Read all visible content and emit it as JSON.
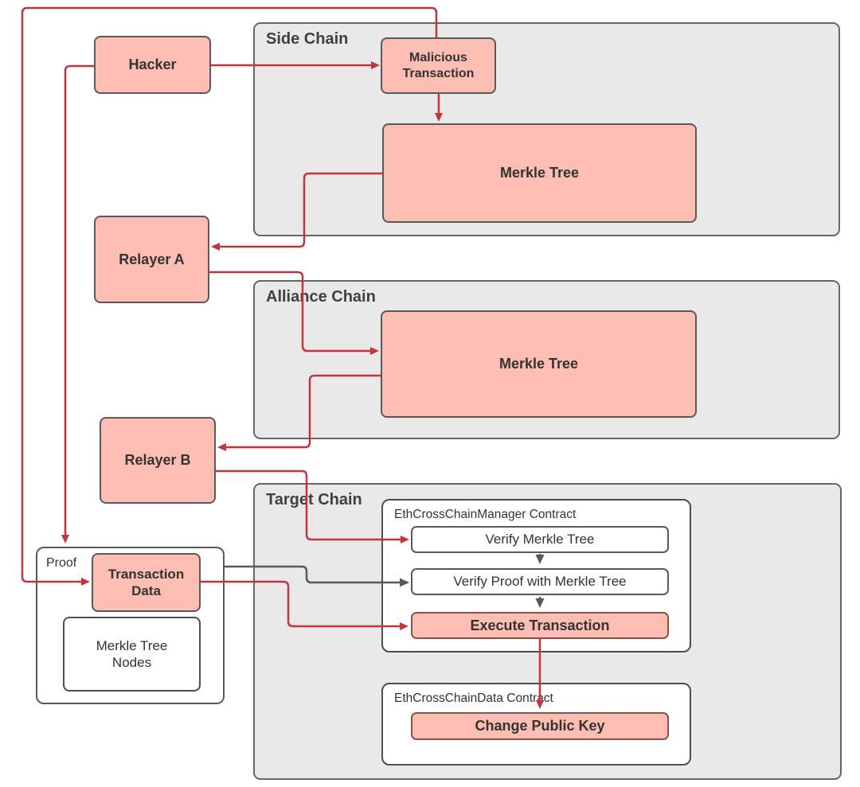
{
  "diagram": {
    "containers": {
      "side_chain": {
        "label": "Side Chain"
      },
      "alliance_chain": {
        "label": "Alliance Chain"
      },
      "target_chain": {
        "label": "Target Chain"
      },
      "proof": {
        "label": "Proof"
      },
      "manager_contract": {
        "label": "EthCrossChainManager Contract"
      },
      "data_contract": {
        "label": "EthCrossChainData Contract"
      }
    },
    "nodes": {
      "hacker": {
        "label": "Hacker"
      },
      "malicious_transaction": {
        "label": "Malicious Transaction"
      },
      "side_merkle_tree": {
        "label": "Merkle Tree"
      },
      "relayer_a": {
        "label": "Relayer A"
      },
      "alliance_merkle_tree": {
        "label": "Merkle Tree"
      },
      "relayer_b": {
        "label": "Relayer B"
      },
      "verify_merkle_tree": {
        "label": "Verify Merkle Tree"
      },
      "verify_proof": {
        "label": "Verify Proof with Merkle Tree"
      },
      "execute_transaction": {
        "label": "Execute Transaction"
      },
      "change_public_key": {
        "label": "Change Public Key"
      },
      "transaction_data": {
        "label": "Transaction Data"
      },
      "merkle_tree_nodes": {
        "label": "Merkle Tree Nodes"
      }
    },
    "edges": [
      {
        "from": "hacker",
        "to": "malicious_transaction",
        "color": "#c13540"
      },
      {
        "from": "malicious_transaction",
        "to": "side_merkle_tree",
        "color": "#c13540"
      },
      {
        "from": "side_merkle_tree",
        "to": "relayer_a",
        "color": "#c13540"
      },
      {
        "from": "relayer_a",
        "to": "alliance_merkle_tree",
        "color": "#c13540"
      },
      {
        "from": "alliance_merkle_tree",
        "to": "relayer_b",
        "color": "#c13540"
      },
      {
        "from": "relayer_b",
        "to": "verify_merkle_tree",
        "color": "#c13540"
      },
      {
        "from": "hacker",
        "to": "proof",
        "color": "#c13540"
      },
      {
        "from": "malicious_transaction",
        "to": "transaction_data",
        "color": "#c13540"
      },
      {
        "from": "proof",
        "to": "verify_proof",
        "color": "#595959"
      },
      {
        "from": "transaction_data",
        "to": "execute_transaction",
        "color": "#c13540"
      },
      {
        "from": "verify_merkle_tree",
        "to": "verify_proof",
        "color": "#595959"
      },
      {
        "from": "verify_proof",
        "to": "execute_transaction",
        "color": "#595959"
      },
      {
        "from": "execute_transaction",
        "to": "change_public_key",
        "color": "#c13540"
      }
    ],
    "colors": {
      "node_fill": "#fcbdb2",
      "container_fill": "#e9e9e9",
      "red_line": "#c13540",
      "gray_line": "#595959",
      "box_border": "#595959",
      "text": "#3a3a3a"
    }
  }
}
